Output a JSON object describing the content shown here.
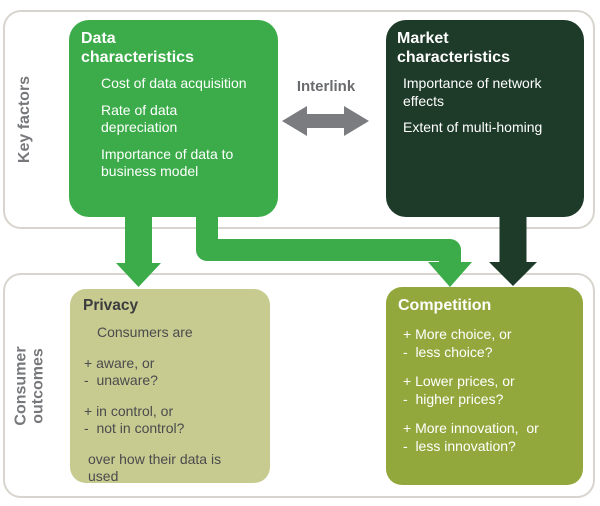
{
  "panels": {
    "key_factors": {
      "label": "Key factors"
    },
    "consumer_outcomes": {
      "label_line1": "Consumer",
      "label_line2": "outcomes"
    }
  },
  "interlink": {
    "label": "Interlink"
  },
  "boxes": {
    "data_characteristics": {
      "title": "Data\ncharacteristics",
      "items": [
        "Cost of data acquisition",
        "Rate of data\ndepreciation",
        "Importance of data to\nbusiness model"
      ]
    },
    "market_characteristics": {
      "title": "Market\ncharacteristics",
      "items": [
        "Importance of network\neffects",
        "Extent of multi-homing"
      ]
    },
    "privacy": {
      "title": "Privacy",
      "intro": "Consumers are",
      "pairs": [
        "+ aware, or\n-  unaware?",
        "+ in control, or\n-  not in control?"
      ],
      "outro": "over how their data is\nused"
    },
    "competition": {
      "title": "Competition",
      "pairs": [
        "+ More choice, or\n-  less choice?",
        "+ Lower prices, or\n-  higher prices?",
        "+ More innovation,  or\n-  less innovation?"
      ]
    }
  },
  "arrows": {
    "interlink": {
      "shape": "double-headed-horizontal-arrow",
      "color": "#7B7C7F"
    },
    "data_to_privacy": {
      "shape": "straight-down-arrow",
      "color": "#3BAC49"
    },
    "data_to_competition": {
      "shape": "elbow-down-right-down-arrow",
      "color": "#3BAC49"
    },
    "market_to_competition": {
      "shape": "straight-down-arrow",
      "color": "#1E3A29"
    }
  },
  "colors": {
    "green": "#3BAC49",
    "dark_green": "#1E3A29",
    "olive_light": "#C7CB90",
    "olive": "#92A83D",
    "label_gray": "#77787B",
    "arrow_gray": "#7B7C7F",
    "panel_border": "#D8D4CE"
  }
}
